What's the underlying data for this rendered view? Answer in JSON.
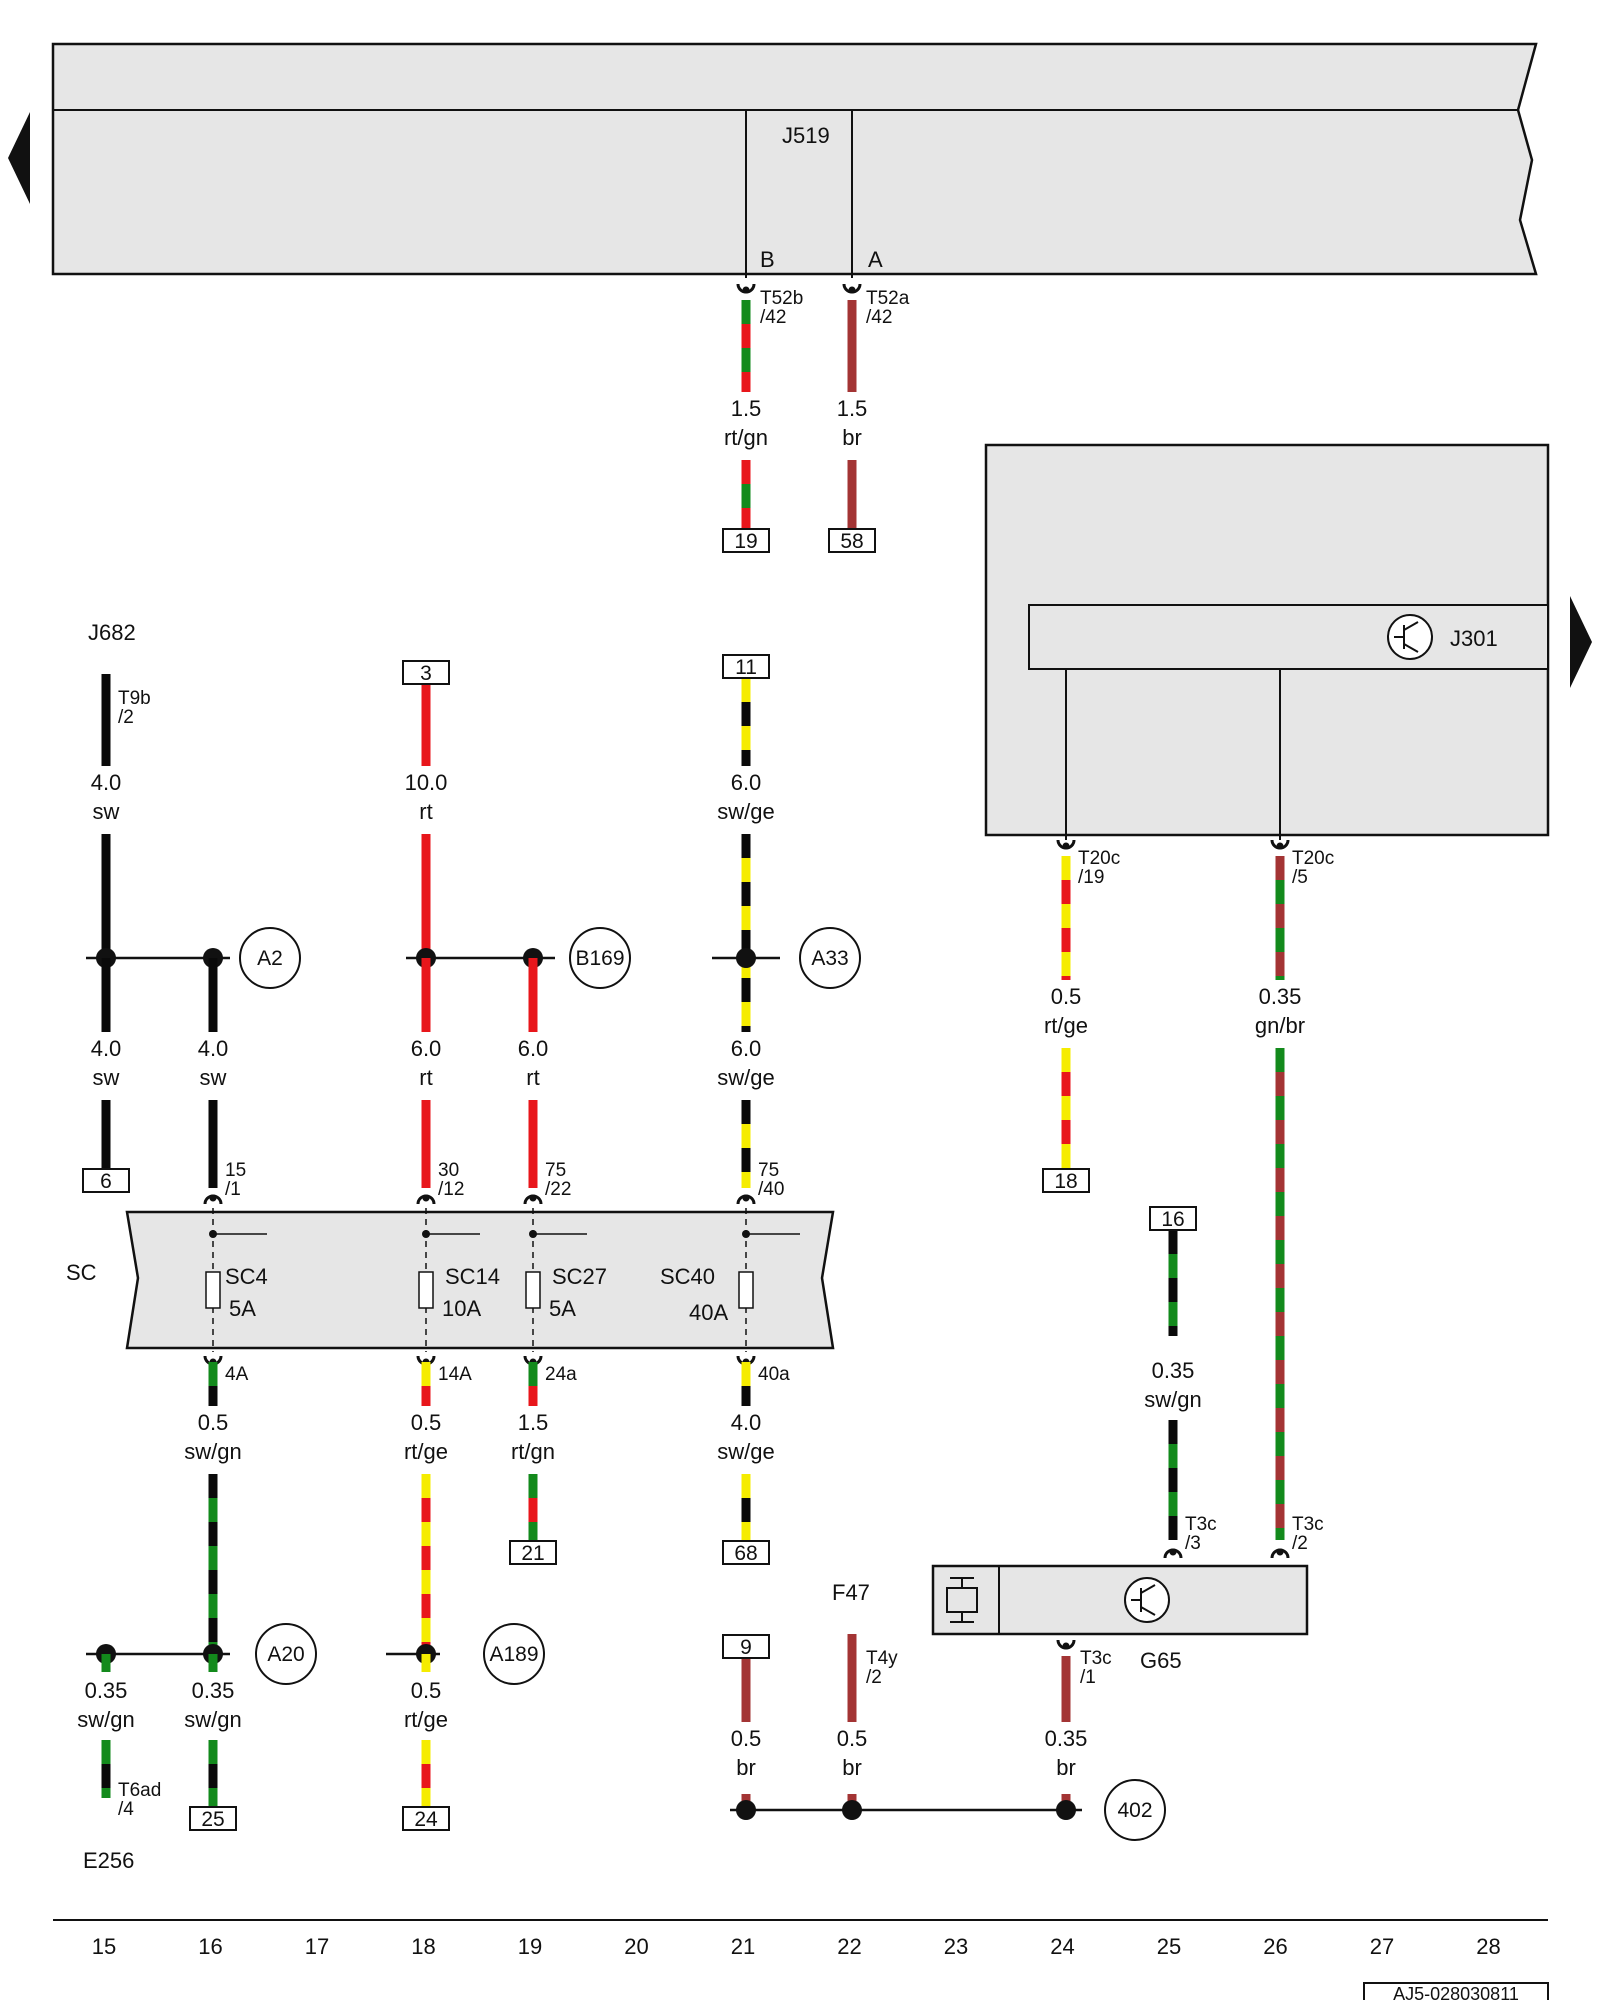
{
  "colors": {
    "rt": "#e8161b",
    "gn": "#138a1c",
    "sw": "#0a0a0a",
    "ge": "#f5ec00",
    "br": "#a33434",
    "panel": "#e6e6e6"
  },
  "components": {
    "j519": "J519",
    "j301": "J301",
    "j682": "J682",
    "sc": "SC",
    "g65": "G65",
    "f47": "F47",
    "e256": "E256"
  },
  "fuses": [
    {
      "id": "SC4",
      "amp": "5A",
      "in": "15\n/1",
      "out": "4A"
    },
    {
      "id": "SC14",
      "amp": "10A",
      "in": "30\n/12",
      "out": "14A"
    },
    {
      "id": "SC27",
      "amp": "5A",
      "in": "75\n/22",
      "out": "24a"
    },
    {
      "id": "SC40",
      "amp": "40A",
      "in": "75\n/40",
      "out": "40a"
    }
  ],
  "j519_pins": {
    "b": "B",
    "a": "A"
  },
  "connectors": {
    "t52b": "T52b\n/42",
    "t52a": "T52a\n/42",
    "t9b": "T9b\n/2",
    "t20c19": "T20c\n/19",
    "t20c5": "T20c\n/5",
    "t3c3": "T3c\n/3",
    "t3c2": "T3c\n/2",
    "t3c1": "T3c\n/1",
    "t4y": "T4y\n/2",
    "t6ad": "T6ad\n/4"
  },
  "wire_labels": [
    {
      "size": "1.5",
      "color": "rt/gn"
    },
    {
      "size": "1.5",
      "color": "br"
    },
    {
      "size": "4.0",
      "color": "sw"
    },
    {
      "size": "10.0",
      "color": "rt"
    },
    {
      "size": "6.0",
      "color": "sw/ge"
    },
    {
      "size": "4.0",
      "color": "sw"
    },
    {
      "size": "4.0",
      "color": "sw"
    },
    {
      "size": "6.0",
      "color": "rt"
    },
    {
      "size": "6.0",
      "color": "rt"
    },
    {
      "size": "6.0",
      "color": "sw/ge"
    },
    {
      "size": "0.5",
      "color": "rt/ge"
    },
    {
      "size": "0.35",
      "color": "gn/br"
    },
    {
      "size": "0.5",
      "color": "sw/gn"
    },
    {
      "size": "0.5",
      "color": "rt/ge"
    },
    {
      "size": "1.5",
      "color": "rt/gn"
    },
    {
      "size": "4.0",
      "color": "sw/ge"
    },
    {
      "size": "0.35",
      "color": "sw/gn"
    },
    {
      "size": "0.35",
      "color": "sw/gn"
    },
    {
      "size": "0.35",
      "color": "sw/gn"
    },
    {
      "size": "0.5",
      "color": "rt/ge"
    },
    {
      "size": "0.5",
      "color": "br"
    },
    {
      "size": "0.5",
      "color": "br"
    },
    {
      "size": "0.35",
      "color": "br"
    }
  ],
  "refs": [
    "19",
    "58",
    "3",
    "11",
    "6",
    "18",
    "16",
    "21",
    "68",
    "9",
    "25",
    "24"
  ],
  "nodes": [
    "A2",
    "B169",
    "A33",
    "A20",
    "A189",
    "402"
  ],
  "grid": [
    "15",
    "16",
    "17",
    "18",
    "19",
    "20",
    "21",
    "22",
    "23",
    "24",
    "25",
    "26",
    "27",
    "28"
  ],
  "doc_id": "AJ5-028030811"
}
